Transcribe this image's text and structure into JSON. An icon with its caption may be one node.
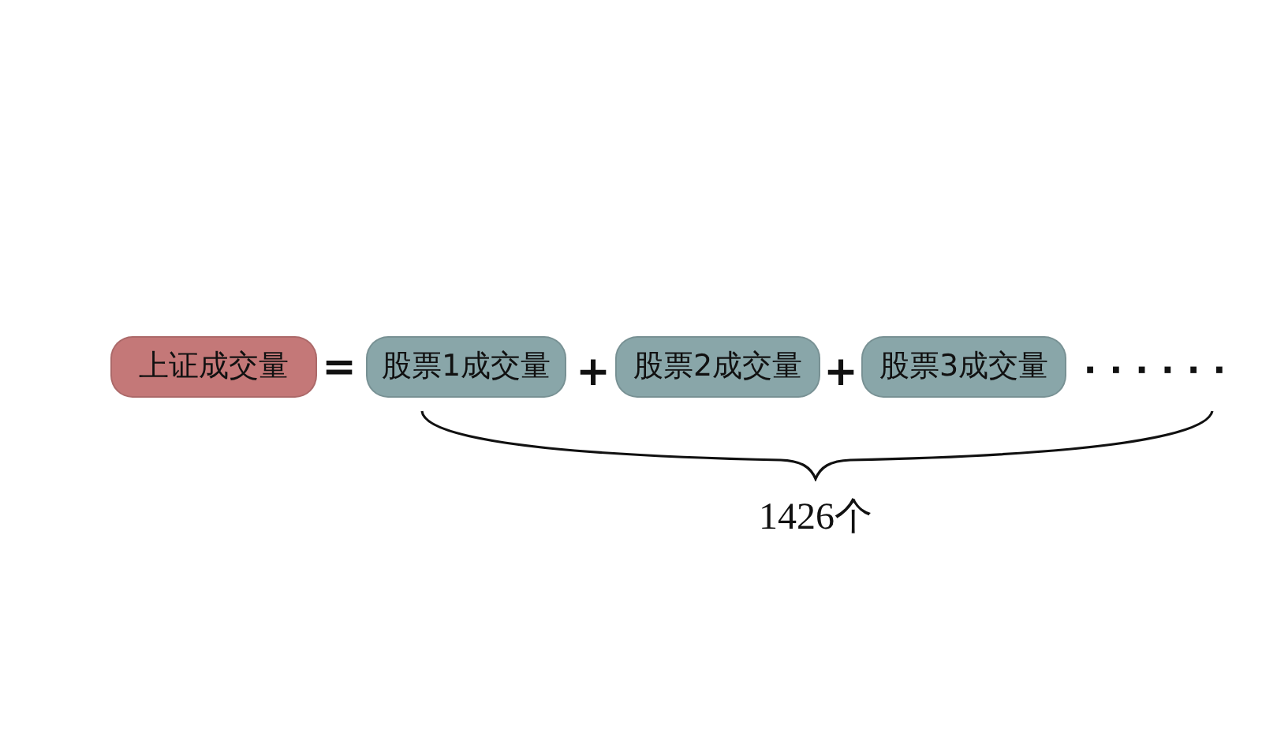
{
  "diagram": {
    "nodes": [
      {
        "text": [
          "上证成交量"
        ]
      },
      {
        "text": [
          "股票1成交量"
        ]
      },
      {
        "text": [
          "股票2成交量"
        ]
      },
      {
        "text": [
          "股票3成交量"
        ]
      }
    ],
    "edges": [],
    "labels": [
      "=",
      "+",
      "+",
      "······",
      "1426个"
    ]
  }
}
